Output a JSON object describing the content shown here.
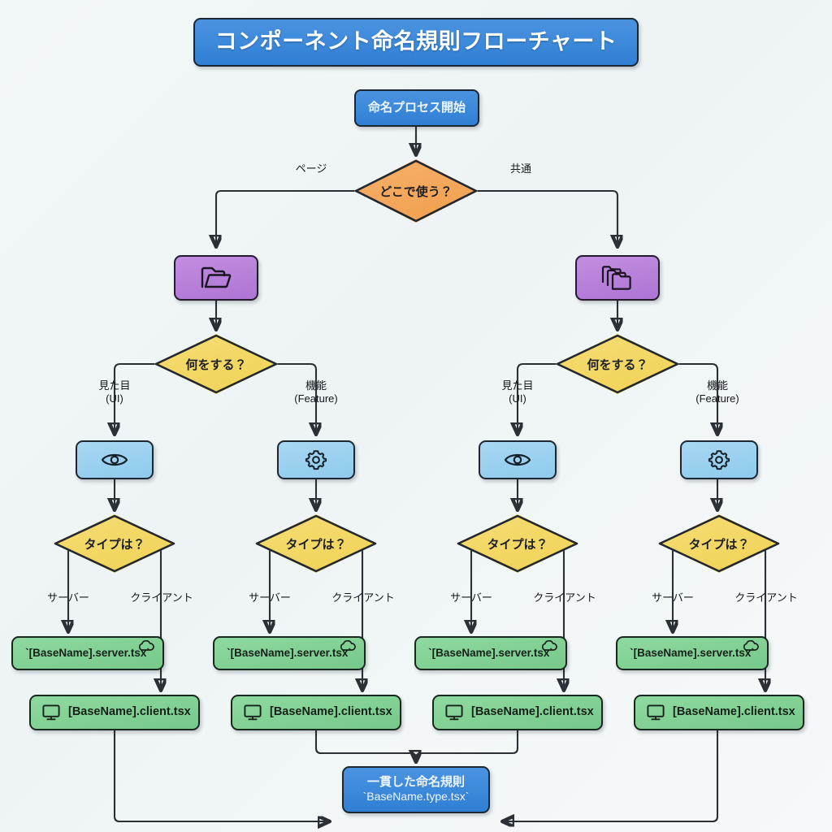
{
  "title": "コンポーネント命名規則フローチャート",
  "start": {
    "label": "命名プロセス開始"
  },
  "decisions": {
    "where": {
      "label": "どこで使う？",
      "branch_left": "ページ",
      "branch_right": "共通"
    },
    "what_left": {
      "label": "何をする？"
    },
    "what_right": {
      "label": "何をする？"
    },
    "type_1": {
      "label": "タイプは？"
    },
    "type_2": {
      "label": "タイプは？"
    },
    "type_3": {
      "label": "タイプは？"
    },
    "type_4": {
      "label": "タイプは？"
    }
  },
  "branch_labels": {
    "ui": "見た目\n(UI)",
    "feature": "機能\n(Feature)",
    "server": "サーバー",
    "client": "クライアント"
  },
  "scope_nodes": {
    "page": {
      "icon": "folder-open-icon"
    },
    "shared": {
      "icon": "folders-stack-icon"
    }
  },
  "kind_nodes": {
    "ui_1": {
      "icon": "eye-icon"
    },
    "feature_1": {
      "icon": "gear-icon"
    },
    "ui_2": {
      "icon": "eye-icon"
    },
    "feature_2": {
      "icon": "gear-icon"
    }
  },
  "results": {
    "server_file": "`[BaseName].server.tsx`",
    "client_file": "[BaseName].client.tsx",
    "server_icon": "cloud-icon",
    "client_icon": "monitor-icon"
  },
  "final": {
    "line1": "一貫した命名規則",
    "line2": "`BaseName.type.tsx`"
  },
  "colors": {
    "background": "#f0f5f6",
    "title_blue": "#2f7fd4",
    "terminal_blue": "#2f7fd4",
    "decision_orange": "#f09f4d",
    "decision_yellow": "#efd256",
    "scope_purple": "#ae74d4",
    "kind_blue": "#8fcbed",
    "result_green": "#76c98a",
    "stroke": "#23272e",
    "text_dark": "#14181d",
    "text_light": "#eef6ff"
  }
}
